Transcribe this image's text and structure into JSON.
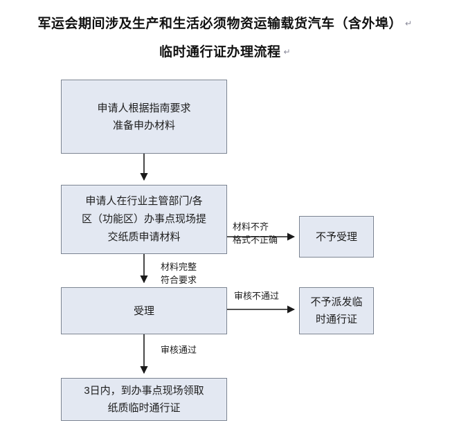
{
  "title": {
    "line1": "军运会期间涉及生产和生活必须物资运输载货汽车（含外埠）",
    "line1_return_mark": "↵",
    "line2": "临时通行证办理流程",
    "line2_return_mark": "↵"
  },
  "colors": {
    "node_fill": "#e3e8f2",
    "node_border": "#77808f",
    "connector": "#1a1a1a",
    "text": "#1d1d1d",
    "background": "#ffffff"
  },
  "flowchart": {
    "type": "flowchart",
    "orientation": "top-to-bottom",
    "nodes": [
      {
        "id": "prepare",
        "label": "申请人根据指南要求\n准备申办材料",
        "shape": "rectangle"
      },
      {
        "id": "submit",
        "label": "申请人在行业主管部门/各\n区（功能区）办事点现场提\n交纸质申请材料",
        "shape": "rectangle"
      },
      {
        "id": "accept",
        "label": "受理",
        "shape": "rectangle"
      },
      {
        "id": "collect",
        "label": "3日内，到办事点现场领取\n纸质临时通行证",
        "shape": "rectangle"
      },
      {
        "id": "reject",
        "label": "不予受理",
        "shape": "rectangle"
      },
      {
        "id": "noissue",
        "label": "不予派发临\n时通行证",
        "shape": "rectangle"
      }
    ],
    "edges": [
      {
        "id": "e1",
        "from": "prepare",
        "to": "submit",
        "label": ""
      },
      {
        "id": "e2",
        "from": "submit",
        "to": "reject",
        "label": "材料不齐\n格式不正确"
      },
      {
        "id": "e3",
        "from": "submit",
        "to": "accept",
        "label": "材料完整\n符合要求"
      },
      {
        "id": "e4",
        "from": "accept",
        "to": "noissue",
        "label": "审核不通过"
      },
      {
        "id": "e5",
        "from": "accept",
        "to": "collect",
        "label": "审核通过"
      }
    ]
  }
}
